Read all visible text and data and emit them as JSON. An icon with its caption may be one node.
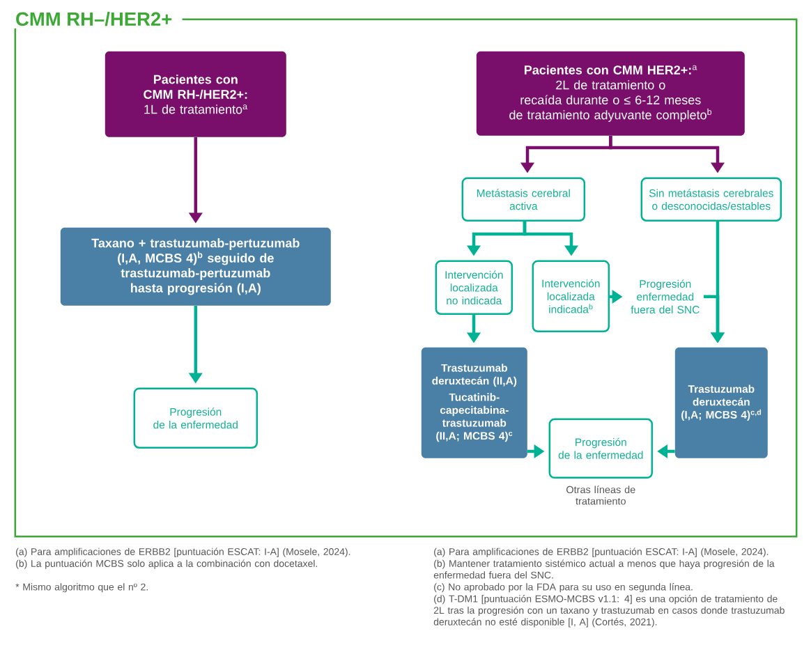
{
  "diagram": {
    "nodes": [
      {
        "text": [
          "CMM RH–/HER2+"
        ]
      },
      {
        "text": [
          "**Pacientes con CMM RH-/HER2+:** 1L de tratamiento$^{a}$"
        ],
        "in": 0
      },
      {
        "text": [
          "**Pacientes con CMM HER2+:**$^{a}$ 2L de tratamiento o recaída durante o ≤ 6-12 meses de tratamiento adyuvante completo$^{b}$"
        ],
        "in": 0
      },
      {
        "text": [
          "Taxano + trastuzumab-pertuzumab (I,A, MCBS 4)$^{b}$ seguido de trastuzumab-pertuzumab hasta progresión (I,A)"
        ],
        "in": 0
      },
      {
        "text": [
          "Progresión de la enfermedad"
        ],
        "in": 0
      },
      {
        "text": [
          "Metástasis cerebral activa"
        ],
        "in": 0
      },
      {
        "text": [
          "Sin metástasis cerebrales o desconocidas/estables"
        ],
        "in": 0
      },
      {
        "text": [
          "Intervención localizada no indicada"
        ],
        "in": 0
      },
      {
        "text": [
          "Intervención localizada indicada$^{b}$"
        ],
        "in": 0
      },
      {
        "text": [
          "Progresión enfermedad fuera del SNC"
        ],
        "in": 0
      },
      {
        "text": [
          "Trastuzumab deruxtecán (II,A)",
          "Tucatinib-capecitabina-trastuzumab (II,A; MCBS 4)$^{c}$"
        ],
        "in": 0
      },
      {
        "text": [
          "Trastuzumab deruxtecán (I,A; MCBS 4)$^{c,d}$"
        ],
        "in": 0
      },
      {
        "text": [
          "Progresión de la enfermedad"
        ],
        "beside": [
          "Otras líneas de tratamiento"
        ],
        "in": 0
      }
    ],
    "edges": [
      {
        "from": 1,
        "to": 3,
        "arrow": "to",
        "color": "#7a0f6b"
      },
      {
        "from": 3,
        "to": 4,
        "arrow": "to"
      },
      {
        "from": 2,
        "to": 5,
        "arrow": "to",
        "color": "#7a0f6b"
      },
      {
        "from": 2,
        "to": 6,
        "arrow": "to",
        "color": "#7a0f6b"
      },
      {
        "from": 5,
        "to": 7,
        "arrow": "to"
      },
      {
        "from": 5,
        "to": 8,
        "arrow": "to"
      },
      {
        "from": 7,
        "to": 10,
        "arrow": "to"
      },
      {
        "from": 8,
        "to": 9,
        "arrow": "to"
      },
      {
        "from": 6,
        "to": 11,
        "arrow": "to"
      },
      {
        "from": 9,
        "to": 11,
        "arrow": "to"
      },
      {
        "from": 10,
        "to": 12,
        "arrow": "to"
      },
      {
        "from": 11,
        "to": 12,
        "arrow": "to"
      }
    ],
    "labels": [
      "(a) Para amplificaciones de ERBB2 [puntuación ESCAT: I-A] (Mosele, 2024).",
      "(b) La puntuación MCBS solo aplica a la combinación con docetaxel.",
      "* Mismo algoritmo que el nº 2.",
      "(a) Para amplificaciones de ERBB2 [puntuación ESCAT: I-A] (Mosele, 2024).",
      "(b) Mantener tratamiento sistémico actual a menos que haya progresión de la enfermedad fuera del SNC.",
      "(c) No aprobado por la FDA para su uso en segunda línea.",
      "(d) T-DM1 [puntuación ESMO-MCBS v1.1: 4] es una opción de tratamiento de 2L tras la progresión con un taxano y trastuzumab en casos donde trastuzumab deruxtecán no esté disponible [I, A] (Cortés, 2021)."
    ]
  }
}
